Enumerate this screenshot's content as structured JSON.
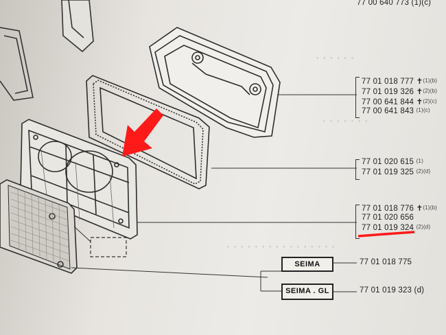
{
  "top_partial": "77 00 640 773 (1)(c)",
  "groups": [
    {
      "items": [
        {
          "text": "77 01 018 777",
          "dagger": true,
          "note": "(1)(b)"
        },
        {
          "text": "77 01 019 326",
          "dagger": true,
          "note": "(2)(b)"
        },
        {
          "text": "77 00 641 844",
          "dagger": true,
          "note": "(2)(c)"
        },
        {
          "text": "77 00 641 843",
          "dagger": false,
          "note": "(1)(c)"
        }
      ]
    },
    {
      "items": [
        {
          "text": "77 01 020 615",
          "dagger": false,
          "note": "(1)"
        },
        {
          "text": "77 01 019 325",
          "dagger": false,
          "note": "(2)(d)"
        }
      ]
    },
    {
      "items": [
        {
          "text": "77 01 018 776",
          "dagger": true,
          "note": "(1)(b)"
        },
        {
          "text": "77 01 020 656",
          "dagger": false,
          "note": ""
        },
        {
          "text": "77 01 019 324",
          "dagger": false,
          "note": "(2)(d)"
        }
      ]
    }
  ],
  "labels": [
    {
      "text": "SEIMA",
      "part": "77 01 018 775"
    },
    {
      "text": "SEIMA . GL",
      "part": "77 01 019 323 (d)"
    }
  ],
  "annotation": {
    "arrow_color": "#ff1a1a",
    "underline_color": "#ff1a1a"
  }
}
